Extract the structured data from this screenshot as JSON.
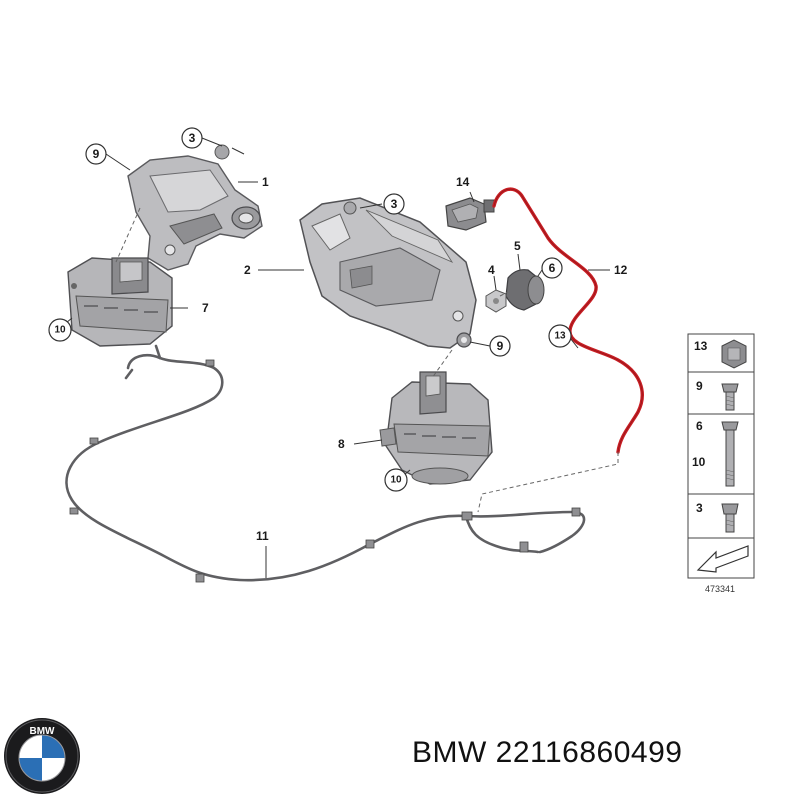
{
  "callouts": {
    "c1": "1",
    "c2": "2",
    "c3a": "3",
    "c3b": "3",
    "c4": "4",
    "c5": "5",
    "c6": "6",
    "c7": "7",
    "c8": "8",
    "c9a": "9",
    "c9b": "9",
    "c10a": "10",
    "c10b": "10",
    "c11": "11",
    "c12": "12",
    "c13": "13",
    "c14": "14"
  },
  "legend": {
    "r13": "13",
    "r9": "9",
    "r6": "6",
    "r10": "10",
    "r3": "3",
    "diagram_no": "473341"
  },
  "logo": {
    "text": "BMW"
  },
  "caption": {
    "text": "BMW 22116860499"
  },
  "colors": {
    "vacuum_line": "#c81e24",
    "part_fill": "#b9b9bc",
    "part_dark": "#7d7d80"
  }
}
